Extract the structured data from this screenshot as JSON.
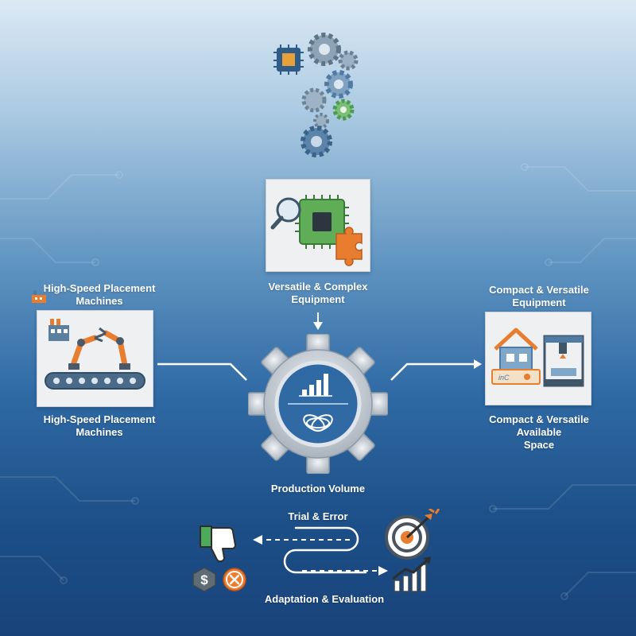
{
  "nodes": {
    "left": {
      "title": "High-Speed Placement\nMachines",
      "caption": "High-Speed Placement\nMachines"
    },
    "top": {
      "caption": "Versatile & Complex\nEquipment"
    },
    "right": {
      "title": "Compact & Versatile\nEquipment",
      "caption": "Compact & Versatile\nAvailable\nSpace"
    },
    "center": {
      "caption": "Production Volume"
    }
  },
  "loop": {
    "trial_label": "Trial & Error",
    "adaptation_label": "Adaptation & Evaluation"
  },
  "icons": {
    "top_cluster": "gears-chip-icon",
    "top_panel": "chip-magnifier-puzzle-icon",
    "left_panel": "robot-arm-conveyor-icon",
    "right_panel": "house-and-3d-printer-icon",
    "center": "gear-with-bar-chart-icon",
    "thumbs_down": "thumbs-down-icon",
    "cost": "dollar-icon",
    "fail": "x-circle-icon",
    "target": "target-arrow-icon",
    "growth": "growth-chart-icon"
  },
  "colors": {
    "orange": "#e87d2f",
    "green": "#4caa5a",
    "steel_blue": "#4f7aa3",
    "gear_silver": "#cfd6dc"
  }
}
